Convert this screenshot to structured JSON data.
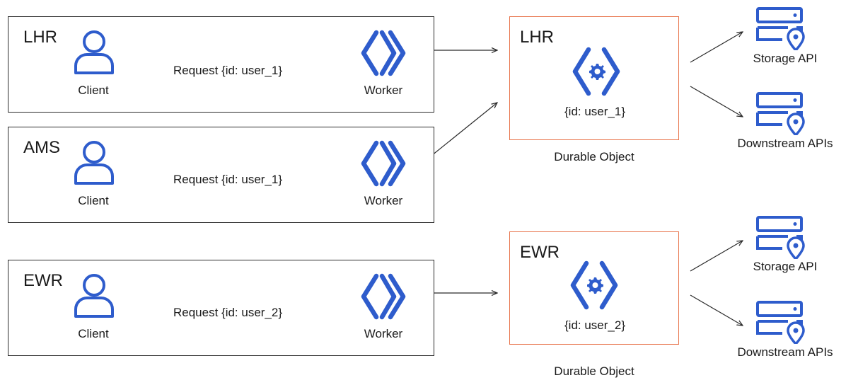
{
  "colors": {
    "accent": "#2e5ccc",
    "durable_border": "#e8734a",
    "line": "#2b2b2b"
  },
  "regions": [
    {
      "code": "LHR",
      "client_label": "Client",
      "request_label": "Request {id: user_1}",
      "worker_label": "Worker"
    },
    {
      "code": "AMS",
      "client_label": "Client",
      "request_label": "Request {id: user_1}",
      "worker_label": "Worker"
    },
    {
      "code": "EWR",
      "client_label": "Client",
      "request_label": "Request {id: user_2}",
      "worker_label": "Worker"
    }
  ],
  "durable_objects": [
    {
      "code": "LHR",
      "id_label": "{id: user_1}",
      "caption": "Durable Object",
      "icon": "durable-object-icon"
    },
    {
      "code": "EWR",
      "id_label": "{id: user_2}",
      "caption": "Durable Object",
      "icon": "durable-object-icon"
    }
  ],
  "services": [
    {
      "label": "Storage API",
      "icon": "server-location-icon"
    },
    {
      "label": "Downstream APIs",
      "icon": "server-location-icon"
    },
    {
      "label": "Storage API",
      "icon": "server-location-icon"
    },
    {
      "label": "Downstream APIs",
      "icon": "server-location-icon"
    }
  ]
}
